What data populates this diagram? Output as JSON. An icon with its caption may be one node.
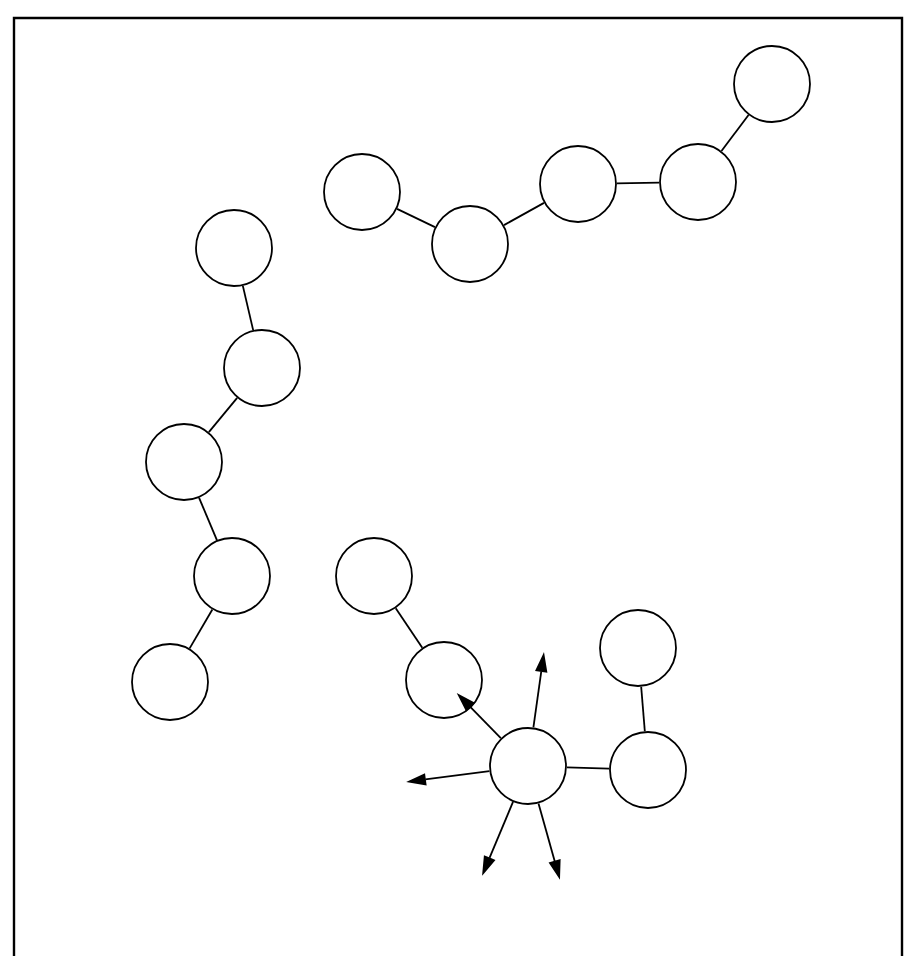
{
  "diagram": {
    "nodes": [
      {
        "text": [],
        "shape": "circle"
      },
      {
        "text": [],
        "shape": "circle"
      },
      {
        "text": [],
        "shape": "circle"
      },
      {
        "text": [],
        "shape": "circle"
      },
      {
        "text": [],
        "shape": "circle"
      },
      {
        "text": [],
        "shape": "circle"
      },
      {
        "text": [],
        "shape": "circle"
      },
      {
        "text": [],
        "shape": "circle"
      },
      {
        "text": [],
        "shape": "circle"
      },
      {
        "text": [],
        "shape": "circle"
      },
      {
        "text": [],
        "shape": "circle"
      },
      {
        "text": [],
        "shape": "circle"
      },
      {
        "text": [],
        "shape": "circle"
      },
      {
        "text": [],
        "shape": "circle"
      },
      {
        "text": [],
        "shape": "circle"
      }
    ],
    "edges": [
      {
        "from": 0,
        "to": 1,
        "arrow": "none"
      },
      {
        "from": 1,
        "to": 2,
        "arrow": "none"
      },
      {
        "from": 2,
        "to": 3,
        "arrow": "none"
      },
      {
        "from": 3,
        "to": 4,
        "arrow": "none"
      },
      {
        "from": 5,
        "to": 6,
        "arrow": "none"
      },
      {
        "from": 6,
        "to": 7,
        "arrow": "none"
      },
      {
        "from": 7,
        "to": 8,
        "arrow": "none"
      },
      {
        "from": 8,
        "to": 9,
        "arrow": "none"
      },
      {
        "from": 10,
        "to": 11,
        "arrow": "none"
      },
      {
        "from": 12,
        "to": 11,
        "arrow": "to"
      },
      {
        "from": 12,
        "to": 13,
        "arrow": "none"
      },
      {
        "from": 13,
        "to": 14,
        "arrow": "none"
      },
      {
        "from": 12,
        "to": null,
        "arrow": "to"
      },
      {
        "from": 12,
        "to": null,
        "arrow": "to"
      },
      {
        "from": 12,
        "to": null,
        "arrow": "to"
      },
      {
        "from": 12,
        "to": null,
        "arrow": "to"
      }
    ]
  }
}
